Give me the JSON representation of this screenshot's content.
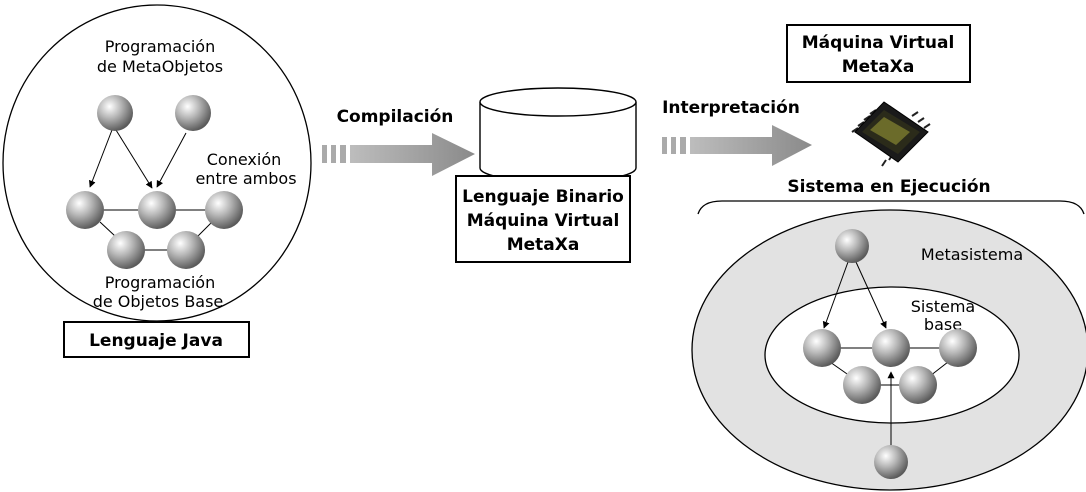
{
  "left": {
    "meta_programming": [
      "Programación",
      "de MetaObjetos"
    ],
    "connection": [
      "Conexión",
      "entre ambos"
    ],
    "base_programming": [
      "Programación",
      "de Objetos Base"
    ],
    "language_box": "Lenguaje Java"
  },
  "middle": {
    "compile_label": "Compilación",
    "binary_box": [
      "Lenguaje Binario",
      "Máquina Virtual",
      "MetaXa"
    ]
  },
  "right": {
    "interpret_label": "Interpretación",
    "vm_box": [
      "Máquina Virtual",
      "MetaXa"
    ],
    "runtime_title": "Sistema en Ejecución",
    "metasystem": "Metasistema",
    "base_system": [
      "Sistema",
      "base"
    ]
  },
  "icons": [
    "sphere-icon",
    "microchip-icon",
    "cylinder-icon",
    "arrow-right-icon"
  ]
}
